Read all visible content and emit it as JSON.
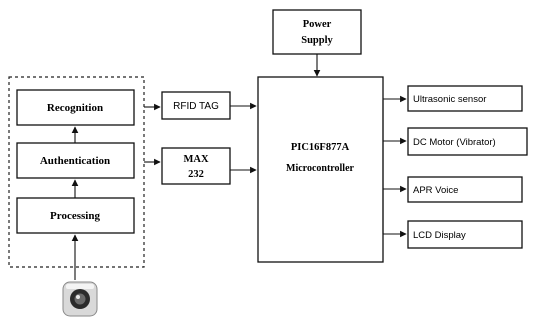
{
  "blocks": {
    "power_supply": {
      "line1": "Power",
      "line2": "Supply"
    },
    "recognition": "Recognition",
    "authentication": "Authentication",
    "processing": "Processing",
    "rfid_tag": "RFID TAG",
    "max232": {
      "line1": "MAX",
      "line2": "232"
    },
    "microcontroller": {
      "line1": "PIC16F877A",
      "line2": "Microcontroller"
    }
  },
  "outputs": [
    "Ultrasonic sensor",
    "DC Motor (Vibrator)",
    "APR Voice",
    "LCD Display"
  ],
  "input_device": {
    "icon": "camera-icon"
  }
}
